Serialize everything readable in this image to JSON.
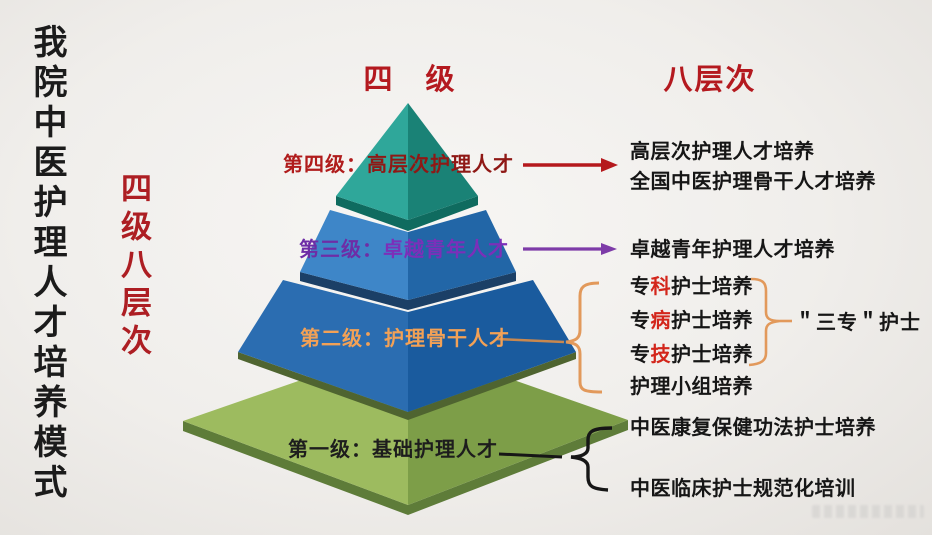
{
  "page": {
    "main_title": "我院中医护理人才培养模式",
    "side_label": "四级八层次",
    "header_levels": "四　级",
    "header_layers": "八层次"
  },
  "pyramid_levels": [
    {
      "prefix": "第四级：",
      "name": "高层次护理人才"
    },
    {
      "prefix": "第三级：",
      "name": "卓越青年人才"
    },
    {
      "prefix": "第二级：",
      "name": "护理骨干人才"
    },
    {
      "prefix": "第一级：",
      "name": "基础护理人才"
    }
  ],
  "right_items": [
    {
      "text": "高层次护理人才培养"
    },
    {
      "text": "全国中医护理骨干人才培养"
    },
    {
      "text": "卓越青年护理人才培养"
    },
    {
      "pre": "专",
      "hl": "科",
      "post": "护士培养"
    },
    {
      "pre": "专",
      "hl": "病",
      "post": "护士培养"
    },
    {
      "pre": "专",
      "hl": "技",
      "post": "护士培养"
    },
    {
      "text": "护理小组培养"
    },
    {
      "text": "中医康复保健功法护士培养"
    },
    {
      "text": "中医临床护士规范化培训"
    }
  ],
  "san_zhuan": {
    "label": "＂三专＂护士"
  },
  "colors": {
    "heading_red": "#b4191f",
    "level4_teal_left": "#2fa79a",
    "level4_teal_right": "#1a8276",
    "level3_blue_left": "#3e86c8",
    "level3_blue_right": "#2266a7",
    "level2_blue_left": "#2b6db1",
    "level2_blue_right": "#1a5b9e",
    "level1_green_left": "#9dbb5f",
    "level1_green_right": "#7d9e48",
    "arrow_red": "#b5191d",
    "arrow_purple": "#7d3ba8",
    "brace_orange": "#e2995b",
    "brace_black": "#161616",
    "highlight_red": "#d3261b"
  }
}
